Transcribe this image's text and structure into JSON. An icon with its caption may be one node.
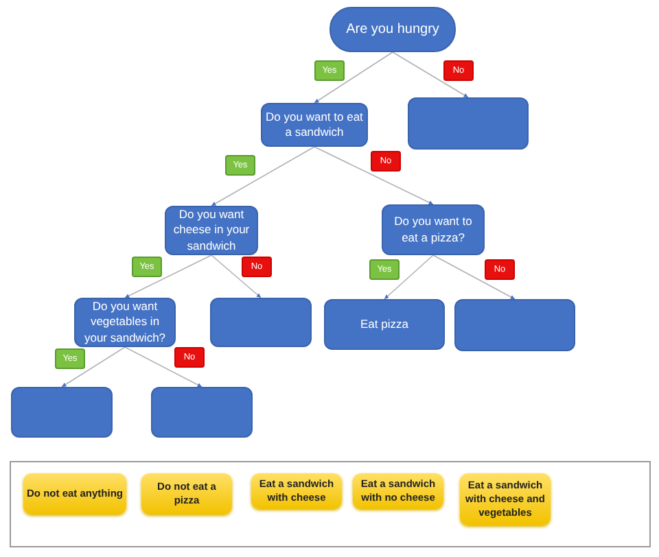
{
  "diagram": {
    "nodes": [
      {
        "text": [
          "Are you hungry"
        ]
      },
      {
        "text": [
          "Do you want  to eat a sandwich"
        ]
      },
      {
        "text": [],
        "shape": "box"
      },
      {
        "text": [
          "Do you want cheese in your sandwich"
        ]
      },
      {
        "text": [
          "Do you want to eat a pizza?"
        ]
      },
      {
        "text": [
          "Do you want vegetables in your sandwich?"
        ]
      },
      {
        "text": [],
        "shape": "box"
      },
      {
        "text": [
          "Eat pizza"
        ]
      },
      {
        "text": [],
        "shape": "box"
      },
      {
        "text": [],
        "shape": "box"
      },
      {
        "text": [],
        "shape": "box"
      },
      {
        "text": [],
        "shape": "box"
      },
      {
        "text": [
          "Do not eat anything"
        ],
        "in": 11
      },
      {
        "text": [
          "Do not eat a pizza"
        ],
        "in": 11
      },
      {
        "text": [
          "Eat a sandwich with cheese"
        ],
        "in": 11
      },
      {
        "text": [
          "Eat a sandwich with no cheese"
        ],
        "in": 11
      },
      {
        "text": [
          "Eat a sandwich with cheese and vegetables"
        ],
        "in": 11
      }
    ],
    "edges": [
      {
        "from": 0,
        "to": 1,
        "arrow": "to",
        "label": "Yes"
      },
      {
        "from": 0,
        "to": 2,
        "arrow": "to",
        "label": "No"
      },
      {
        "from": 1,
        "to": 3,
        "arrow": "to",
        "label": "Yes"
      },
      {
        "from": 1,
        "to": 4,
        "arrow": "to",
        "label": "No"
      },
      {
        "from": 3,
        "to": 5,
        "arrow": "to",
        "label": "Yes"
      },
      {
        "from": 3,
        "to": 6,
        "arrow": "to",
        "label": "No"
      },
      {
        "from": 4,
        "to": 7,
        "arrow": "to",
        "label": "Yes"
      },
      {
        "from": 4,
        "to": 8,
        "arrow": "to",
        "label": "No"
      },
      {
        "from": 5,
        "to": 9,
        "arrow": "to",
        "label": "Yes"
      },
      {
        "from": 5,
        "to": 10,
        "arrow": "to",
        "label": "No"
      }
    ]
  }
}
